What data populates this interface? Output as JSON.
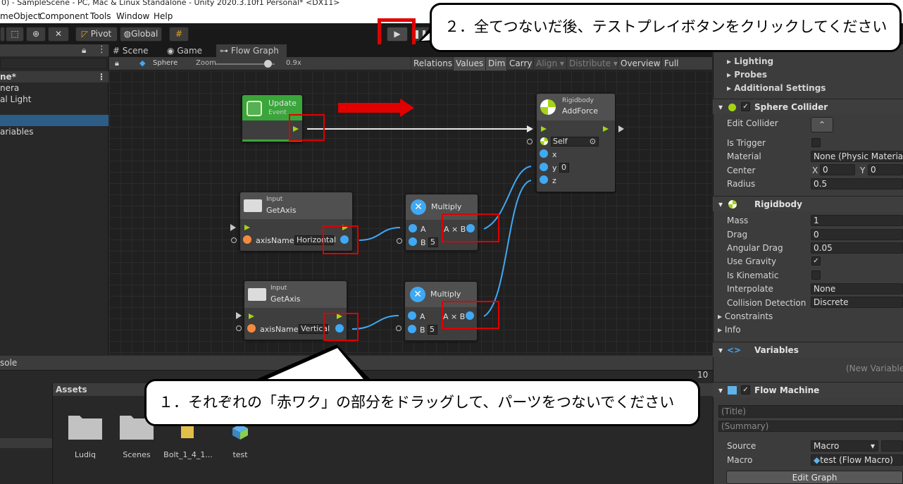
{
  "window": {
    "title": "0) - SampleScene - PC, Mac & Linux Standalone - Unity 2020.3.10f1 Personal* <DX11>"
  },
  "menu": [
    "meObject",
    "Component",
    "Tools",
    "Window",
    "Help"
  ],
  "toolbar": {
    "pivot": "Pivot",
    "global": "Global"
  },
  "hierarchy": {
    "rows": [
      "ne*",
      "nera",
      "al Light",
      "",
      "ariables"
    ]
  },
  "tabs": {
    "scene": "Scene",
    "game": "Game",
    "flow_graph": "Flow Graph"
  },
  "graph_toolbar": {
    "object": "Sphere",
    "zoom_label": "Zoom",
    "zoom_value": "0.9x",
    "zoom_level": 0.9,
    "buttons": [
      "Relations",
      "Values",
      "Dim",
      "Carry",
      "Align",
      "Distribute",
      "Overview",
      "Full Screen"
    ]
  },
  "nodes": {
    "update": {
      "title": "Update",
      "subtitle": "Event"
    },
    "addforce": {
      "category": "Rigidbody",
      "title": "AddForce",
      "target": "Self",
      "x": "x",
      "y": "y",
      "y_value": "0",
      "z": "z"
    },
    "getaxis_h": {
      "category": "Input",
      "title": "GetAxis",
      "param": "axisName",
      "value": "Horizontal"
    },
    "getaxis_v": {
      "category": "Input",
      "title": "GetAxis",
      "param": "axisName",
      "value": "Vertical"
    },
    "multiply_1": {
      "title": "Multiply",
      "a": "A",
      "b": "B",
      "b_value": "5",
      "out": "A × B"
    },
    "multiply_2": {
      "title": "Multiply",
      "a": "A",
      "b": "B",
      "b_value": "5",
      "out": "A × B"
    }
  },
  "callouts": {
    "top": "２．全てつないだ後、テストプレイボタンをクリックしてください",
    "bottom": "１．それぞれの「赤ワク」の部分をドラッグして、パーツをつないでください"
  },
  "inspector": {
    "collapsed": [
      "Lighting",
      "Probes",
      "Additional Settings"
    ],
    "sphere_collider": {
      "title": "Sphere Collider",
      "edit_collider": "Edit Collider",
      "is_trigger": "Is Trigger",
      "material": "Material",
      "material_value": "None (Physic Material)",
      "center": "Center",
      "center_x_label": "X",
      "center_x": "0",
      "center_y_label": "Y",
      "center_y": "0",
      "radius": "Radius",
      "radius_value": "0.5"
    },
    "rigidbody": {
      "title": "Rigidbody",
      "mass": "Mass",
      "mass_value": "1",
      "drag": "Drag",
      "drag_value": "0",
      "angular_drag": "Angular Drag",
      "angular_drag_value": "0.05",
      "use_gravity": "Use Gravity",
      "is_kinematic": "Is Kinematic",
      "interpolate": "Interpolate",
      "interpolate_value": "None",
      "collision": "Collision Detection",
      "collision_value": "Discrete",
      "constraints": "Constraints",
      "info": "Info"
    },
    "variables": {
      "title": "Variables",
      "new_variable": "(New Variable"
    },
    "flow_machine": {
      "title": "Flow Machine",
      "title_ph": "(Title)",
      "summary_ph": "(Summary)",
      "source": "Source",
      "source_value": "Macro",
      "macro": "Macro",
      "macro_value": "test (Flow Macro)",
      "edit_graph": "Edit Graph"
    }
  },
  "bottom": {
    "console": "sole",
    "assets": "Assets",
    "badge": "10",
    "folders": [
      "Ludiq",
      "Scenes",
      "Bolt_1_4_1...",
      "test"
    ]
  },
  "colors": {
    "red": "#e00000",
    "port_blue": "#3fa9f5",
    "flow_green": "#a5d414",
    "update_green": "#3aa53a"
  }
}
